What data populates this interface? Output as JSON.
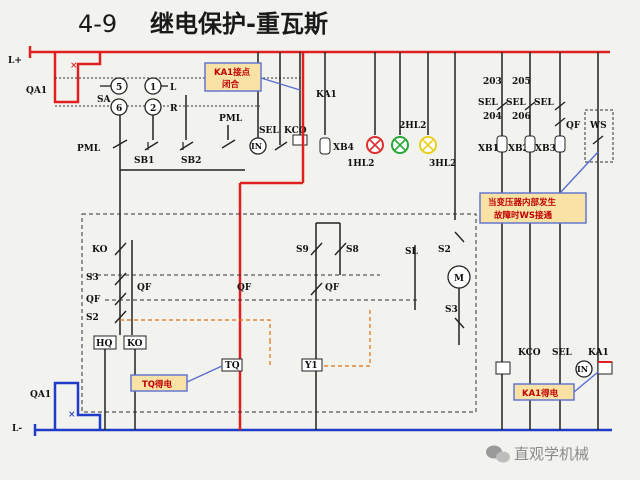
{
  "title": {
    "number": "4-9",
    "text": "继电保护-重瓦斯"
  },
  "colors": {
    "background": "#f2f2ee",
    "positive_bus": "#e02020",
    "negative_bus": "#1e3cc8",
    "wire": "#222222",
    "dashed_loop": "#e07010",
    "callout_fill": "#f9e2a6",
    "callout_border": "#5a6fd0",
    "lamp_red": "#e03030",
    "lamp_green": "#2aa83a",
    "lamp_yellow": "#e8d020"
  },
  "bus": {
    "positive": "L+",
    "negative": "L-",
    "breaker_top": "QA1",
    "breaker_bottom": "QA1"
  },
  "switch_block": {
    "sa": "SA",
    "contact_5": "5",
    "contact_1": "1",
    "contact_6": "6",
    "contact_2": "2",
    "l": "L",
    "r": "R"
  },
  "labels": {
    "pml_left": "PML",
    "pml_right": "PML",
    "sb1": "SB1",
    "sb2": "SB2",
    "in": "IN",
    "sel": "SEL",
    "kco": "KCO",
    "ka1_top": "KA1",
    "xb4": "XB4",
    "hl1": "1HL2",
    "hl2": "2HL2",
    "hl3": "3HL2",
    "ko": "KO",
    "s3_left": "S3",
    "qf_left": "QF",
    "s2_left": "S2",
    "qf_mid1": "QF",
    "hq": "HQ",
    "ko_box": "KO",
    "tq": "TQ",
    "qf_mid2": "QF",
    "s9": "S9",
    "s8": "S8",
    "qf_mid3": "QF",
    "y1": "Y1",
    "sl": "SL",
    "s2_right": "S2",
    "m": "M",
    "s3_right": "S3",
    "n203": "203",
    "n205": "205",
    "sel_a": "SEL",
    "sel_b": "SEL",
    "sel_c": "SEL",
    "n204": "204",
    "n206": "206",
    "xb1": "XB1",
    "xb2": "XB2",
    "xb3": "XB3",
    "qf_right": "QF",
    "ws": "WS",
    "kco_bottom": "KCO",
    "sel_bottom": "SEL",
    "ka1_bottom": "KA1",
    "in_bottom": "IN"
  },
  "callouts": {
    "ka1_contact": [
      "KA1接点",
      "闭合"
    ],
    "tq_energized": "TQ得电",
    "ws_close": [
      "当变压器内部发生",
      "故障时WS接通"
    ],
    "ka1_energized": "KA1得电"
  },
  "watermark": "直观学机械",
  "watermark_icon": "wechat-icon"
}
